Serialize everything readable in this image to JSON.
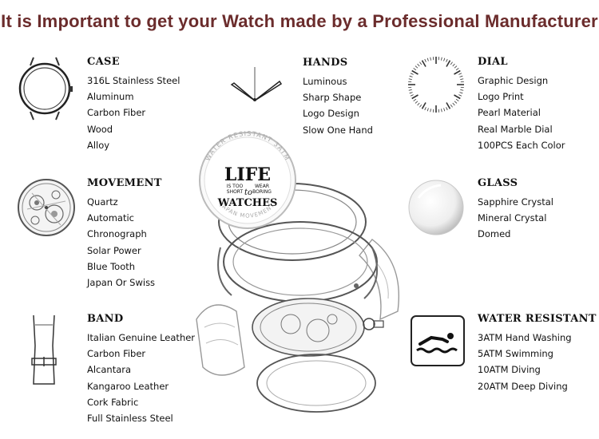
{
  "title": "It is Important to get your Watch made by a Professional Manufacturer",
  "sections": {
    "case": {
      "heading": "CASE",
      "icon": "watch-case-icon",
      "items": [
        "316L Stainless Steel",
        "Aluminum",
        "Carbon Fiber",
        "Wood",
        "Alloy"
      ]
    },
    "hands": {
      "heading": "HANDS",
      "icon": "watch-hands-icon",
      "items": [
        "Luminous",
        "Sharp Shape",
        "Logo Design",
        "Slow One Hand"
      ]
    },
    "dial": {
      "heading": "DIAL",
      "icon": "dial-icon",
      "items": [
        "Graphic Design",
        "Logo Print",
        "Pearl Material",
        "Real Marble Dial",
        "100PCS Each Color"
      ]
    },
    "movement": {
      "heading": "MOVEMENT",
      "icon": "movement-icon",
      "items": [
        "Quartz",
        "Automatic",
        "Chronograph",
        "Solar Power",
        "Blue Tooth",
        "Japan Or Swiss"
      ]
    },
    "glass": {
      "heading": "GLASS",
      "icon": "glass-icon",
      "items": [
        "Sapphire Crystal",
        "Mineral Crystal",
        "Domed"
      ]
    },
    "band": {
      "heading": "BAND",
      "icon": "watch-band-icon",
      "items": [
        "Italian Genuine Leather",
        "Carbon Fiber",
        "Alcantara",
        "Kangaroo Leather",
        "Cork Fabric",
        "Full Stainless Steel"
      ]
    },
    "water": {
      "heading": "WATER RESISTANT",
      "icon": "swimmer-icon",
      "items": [
        "3ATM Hand Washing",
        "5ATM Swimming",
        "10ATM Diving",
        "20ATM Deep Diving"
      ]
    }
  },
  "center_watch": {
    "ring_top": "WATER RESISTANT 3ATM",
    "ring_bottom": "JAPAN MOVEMENT",
    "line1": "LIFE",
    "line2a": "IS TOO",
    "line2b": "WEAR",
    "line3a": "SHORT",
    "line3b": "BORING",
    "script_word": "to",
    "line4": "WATCHES"
  },
  "colors": {
    "title": "#6b2c2c",
    "text": "#111111",
    "sketch": "#555555"
  }
}
